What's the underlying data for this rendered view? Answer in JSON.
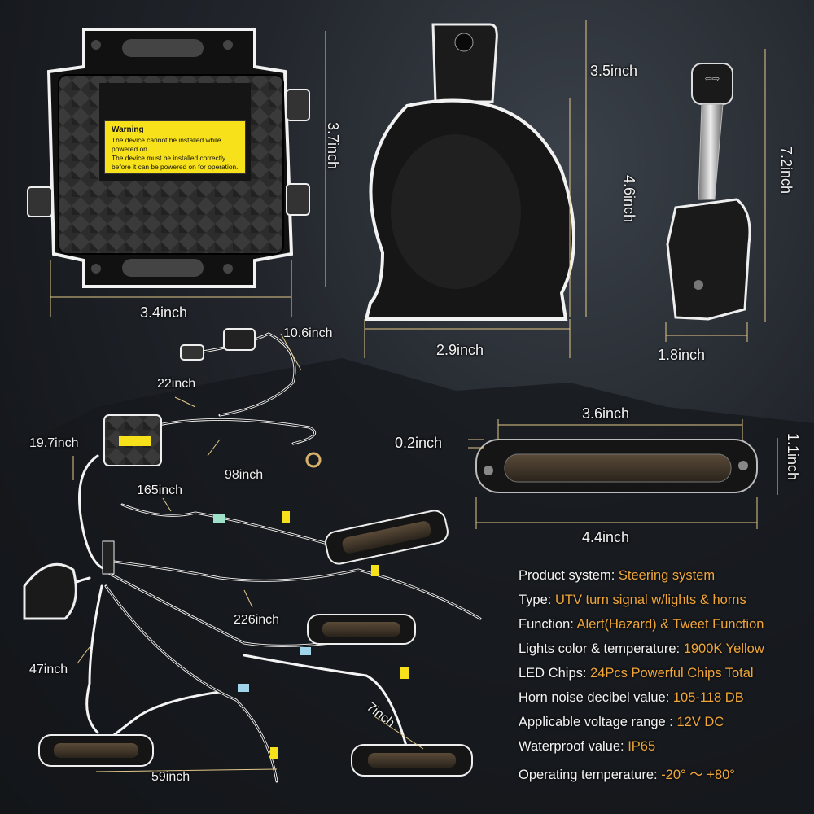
{
  "warning": {
    "title": "Warning",
    "lines": [
      "The device cannot be installed while powered on.",
      "The device must be installed correctly",
      "before it can be powered on for operation."
    ]
  },
  "dimensions": {
    "box_height": "3.7inch",
    "box_width": "3.4inch",
    "horn_top": "3.5inch",
    "horn_height": "4.6inch",
    "horn_width": "2.9inch",
    "switch_height": "7.2inch",
    "switch_width": "1.8inch",
    "light_top_width": "3.6inch",
    "light_thickness": "0.2inch",
    "light_height": "1.1inch",
    "light_total_width": "4.4inch",
    "wire_10_6": "10.6inch",
    "wire_22": "22inch",
    "wire_19_7": "19.7inch",
    "wire_98": "98inch",
    "wire_165": "165inch",
    "wire_226": "226inch",
    "wire_47": "47inch",
    "wire_7": "7inch",
    "wire_59": "59inch"
  },
  "specs": [
    {
      "label": "Product system: ",
      "value": "Steering system"
    },
    {
      "label": "Type: ",
      "value": "UTV turn signal w/lights & horns"
    },
    {
      "label": "Function: ",
      "value": "Alert(Hazard) & Tweet Function"
    },
    {
      "label": "Lights color & temperature: ",
      "value": "1900K Yellow"
    },
    {
      "label": "LED Chips: ",
      "value": "24Pcs Powerful Chips Total"
    },
    {
      "label": "Horn noise decibel value: ",
      "value": "105-118 DB"
    },
    {
      "label": "Applicable voltage range : ",
      "value": "12V DC"
    },
    {
      "label": "Waterproof value: ",
      "value": "IP65"
    },
    {
      "label": "Operating temperature: ",
      "value": "-20° ～ +80°"
    }
  ],
  "colors": {
    "accent": "#f0a63a",
    "warning_label": "#f7e11a",
    "led_amber": "#e8902a"
  }
}
